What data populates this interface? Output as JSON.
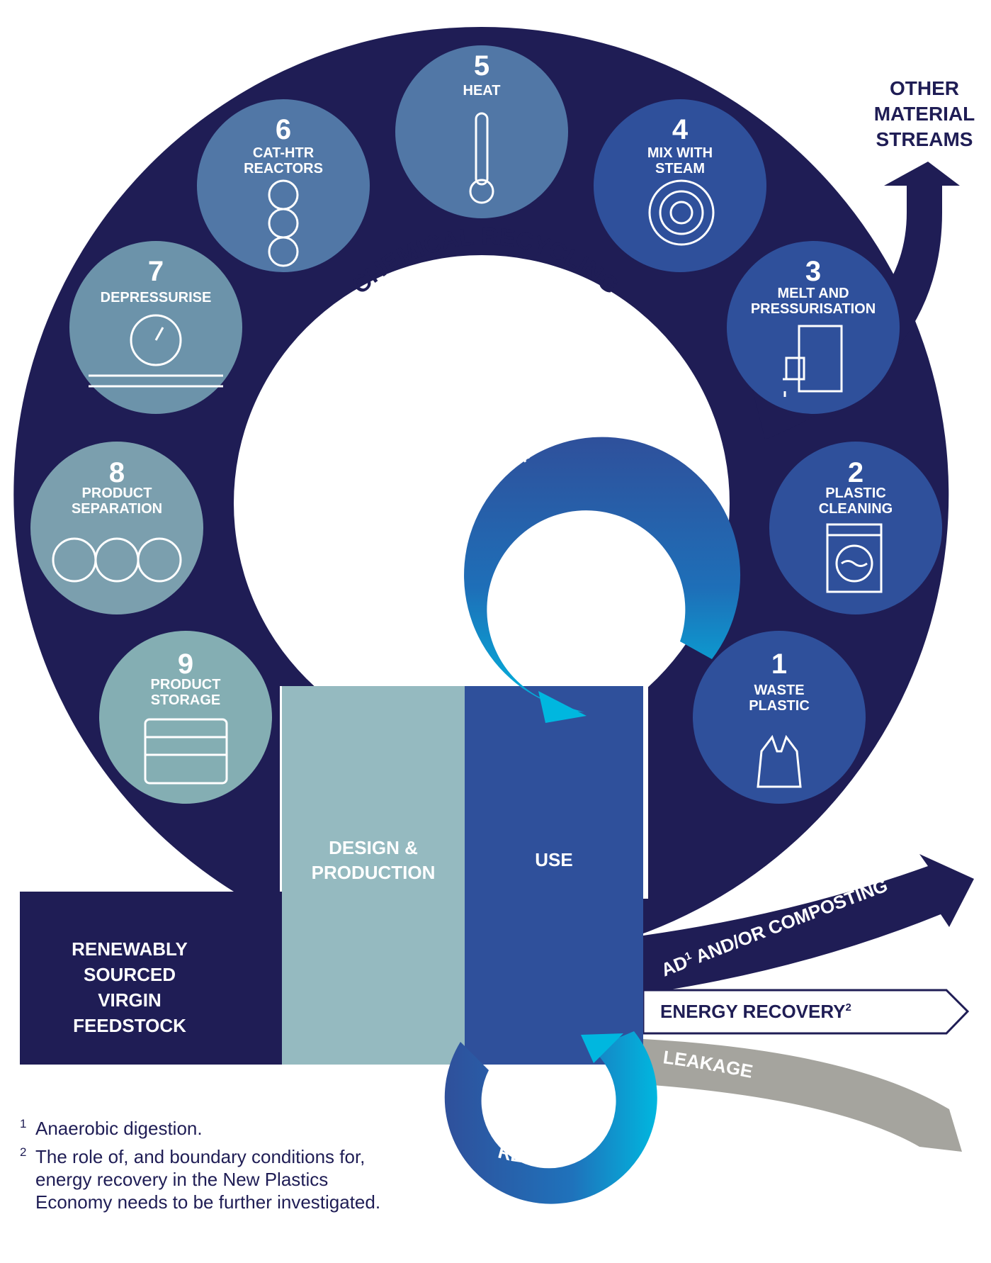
{
  "title": "CHEMICAL RECYCLING",
  "inner_loop": "MANUAL RECYCLING",
  "reuse_loop": "RE-USE",
  "colors": {
    "navy": "#1f1d55",
    "mid_blue": "#2f509b",
    "steel": "#5177a6",
    "light_teal": "#95bac0",
    "cyan": "#00b7df",
    "grey": "#a5a49e"
  },
  "steps": [
    {
      "num": "1",
      "lines": [
        "WASTE",
        "PLASTIC"
      ],
      "icon": "plastic-bag-icon"
    },
    {
      "num": "2",
      "lines": [
        "PLASTIC",
        "CLEANING"
      ],
      "icon": "washing-machine-icon"
    },
    {
      "num": "3",
      "lines": [
        "MELT AND",
        "PRESSURISATION"
      ],
      "icon": "press-icon"
    },
    {
      "num": "4",
      "lines": [
        "MIX WITH",
        "STEAM"
      ],
      "icon": "steam-swirl-icon"
    },
    {
      "num": "5",
      "lines": [
        "HEAT"
      ],
      "icon": "thermometer-icon"
    },
    {
      "num": "6",
      "lines": [
        "CAT-HTR",
        "REACTORS"
      ],
      "icon": "reactor-icon"
    },
    {
      "num": "7",
      "lines": [
        "DEPRESSURISE"
      ],
      "icon": "pressure-gauge-icon"
    },
    {
      "num": "8",
      "lines": [
        "PRODUCT",
        "SEPARATION"
      ],
      "icon": "separation-icon"
    },
    {
      "num": "9",
      "lines": [
        "PRODUCT",
        "STORAGE"
      ],
      "icon": "storage-tank-icon"
    }
  ],
  "blocks": {
    "feedstock": [
      "RENEWABLY",
      "SOURCED",
      "VIRGIN",
      "FEEDSTOCK"
    ],
    "design": [
      "DESIGN &",
      "PRODUCTION"
    ],
    "use": "USE"
  },
  "outputs": {
    "other": [
      "OTHER",
      "MATERIAL",
      "STREAMS"
    ],
    "ad": {
      "text": "AD",
      "sup": "1",
      "rest": " AND/OR COMPOSTING"
    },
    "energy": {
      "text": "ENERGY RECOVERY",
      "sup": "2"
    },
    "leakage": "LEAKAGE"
  },
  "footnotes": [
    {
      "num": "1",
      "text": "Anaerobic digestion."
    },
    {
      "num": "2",
      "text": "The role of, and boundary conditions for, energy recovery in the New Plastics Economy needs to be further investigated."
    }
  ]
}
